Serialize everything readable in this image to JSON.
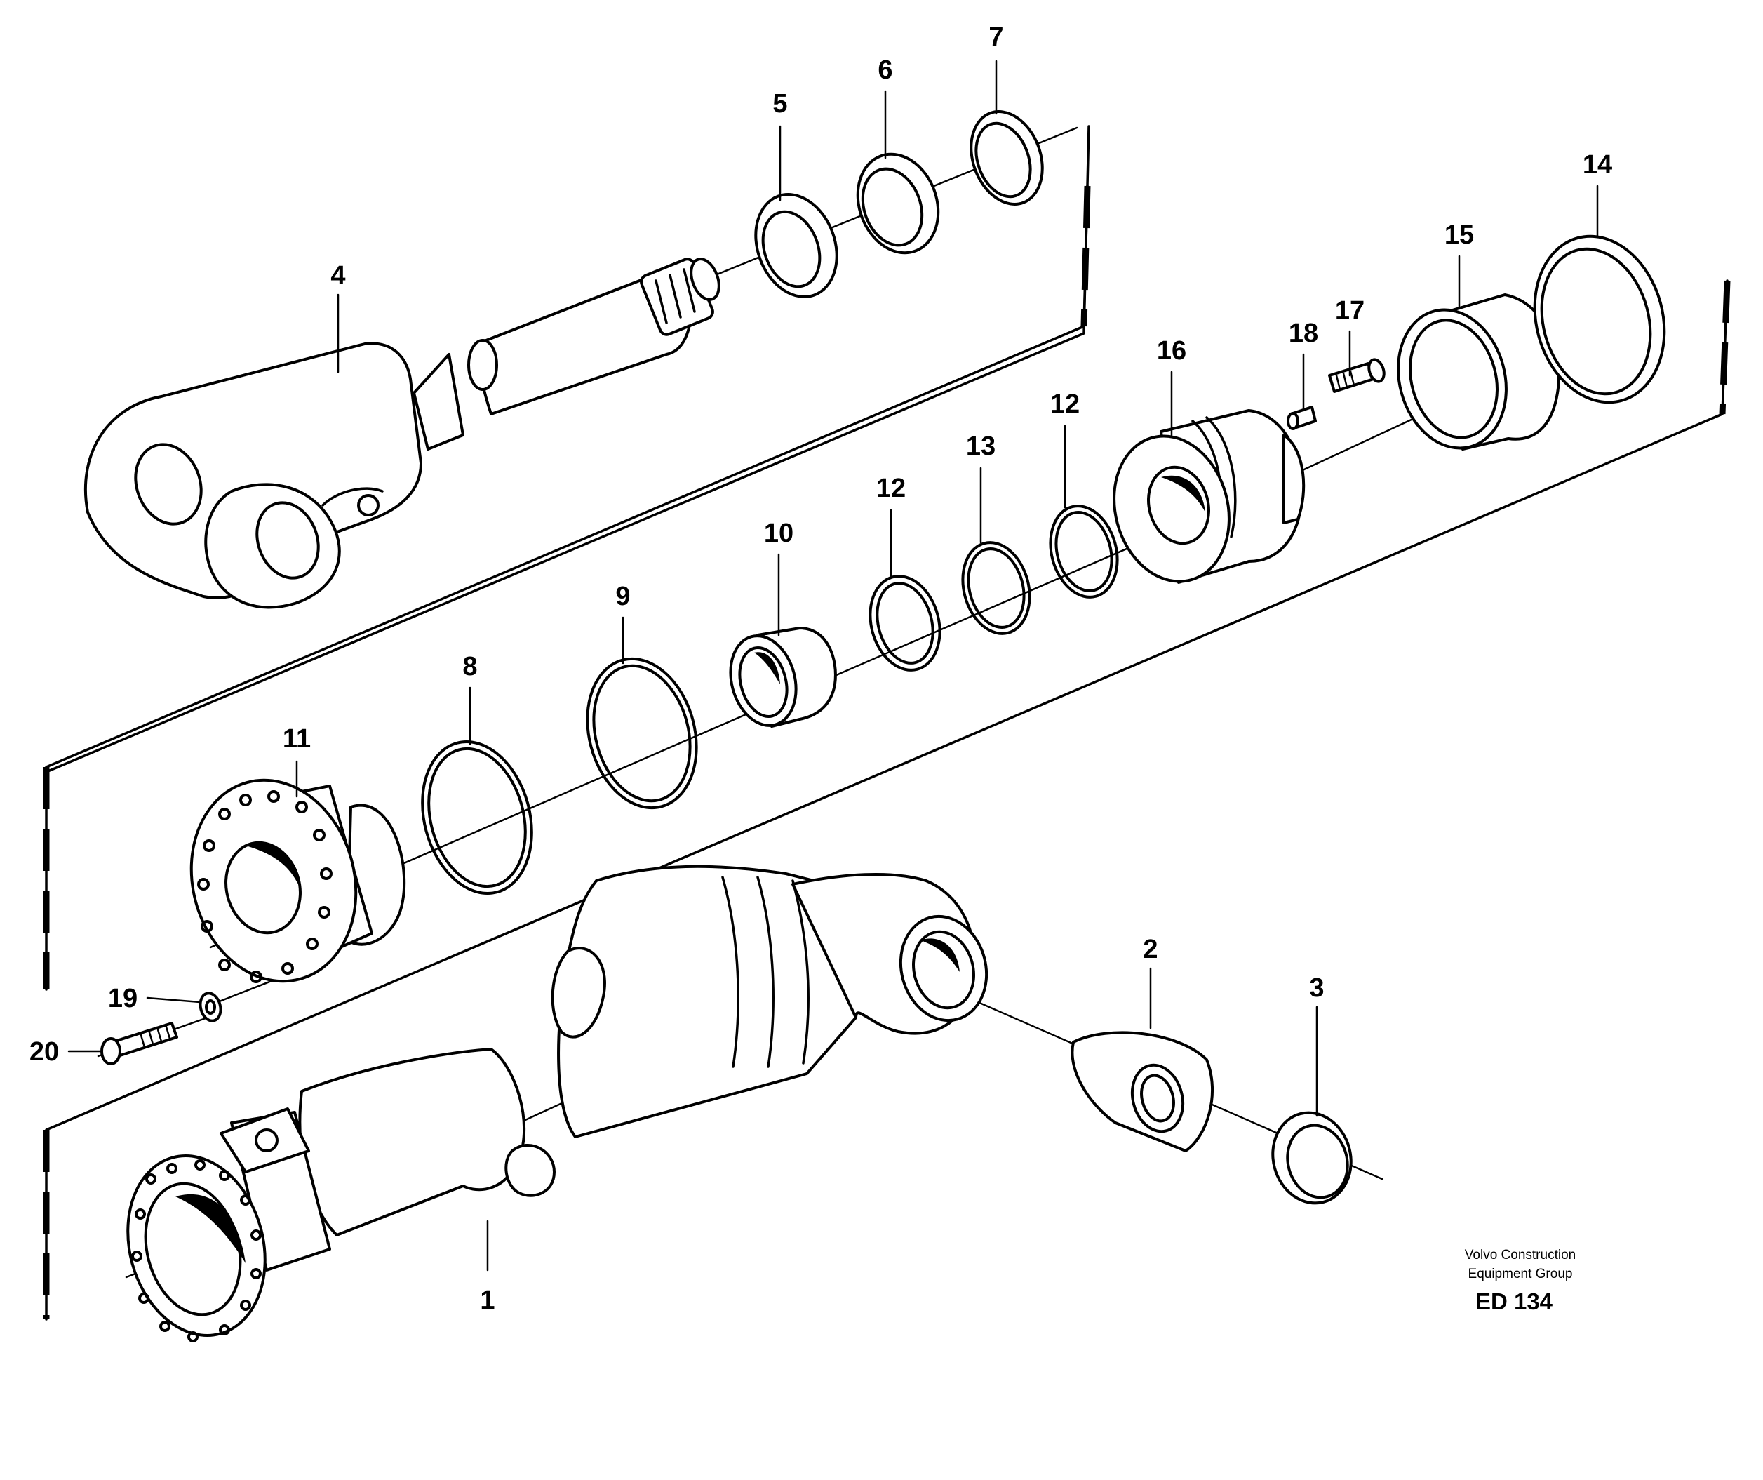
{
  "callouts": [
    {
      "id": "1",
      "text": "1"
    },
    {
      "id": "2",
      "text": "2"
    },
    {
      "id": "3",
      "text": "3"
    },
    {
      "id": "4",
      "text": "4"
    },
    {
      "id": "5",
      "text": "5"
    },
    {
      "id": "6",
      "text": "6"
    },
    {
      "id": "7",
      "text": "7"
    },
    {
      "id": "8",
      "text": "8"
    },
    {
      "id": "9",
      "text": "9"
    },
    {
      "id": "10",
      "text": "10"
    },
    {
      "id": "11",
      "text": "11"
    },
    {
      "id": "12a",
      "text": "12"
    },
    {
      "id": "12b",
      "text": "12"
    },
    {
      "id": "13",
      "text": "13"
    },
    {
      "id": "14",
      "text": "14"
    },
    {
      "id": "15",
      "text": "15"
    },
    {
      "id": "16",
      "text": "16"
    },
    {
      "id": "17",
      "text": "17"
    },
    {
      "id": "18",
      "text": "18"
    },
    {
      "id": "19",
      "text": "19"
    },
    {
      "id": "20",
      "text": "20"
    }
  ],
  "footer": {
    "line1": "Volvo Construction",
    "line2": "Equipment Group",
    "code": "ED 134"
  }
}
